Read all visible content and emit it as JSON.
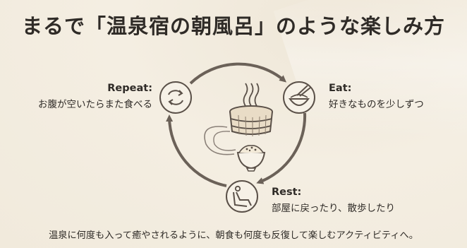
{
  "title": "まるで「温泉宿の朝風呂」のような楽しみ方",
  "cycle": {
    "repeat": {
      "heading": "Repeat:",
      "description": "お腹が空いたらまた食べる",
      "icon": "refresh-icon"
    },
    "eat": {
      "heading": "Eat:",
      "description": "好きなものを少しずつ",
      "icon": "rice-bowl-chopsticks-icon"
    },
    "rest": {
      "heading": "Rest:",
      "description": "部屋に戻ったり、散歩したり",
      "icon": "reclining-person-icon"
    },
    "center_icon": "steaming-bath-tub-and-rice-bowl-icon"
  },
  "footer": "温泉に何度も入って癒やされるように、朝食も何度も反復して楽しむアクティビティへ。"
}
